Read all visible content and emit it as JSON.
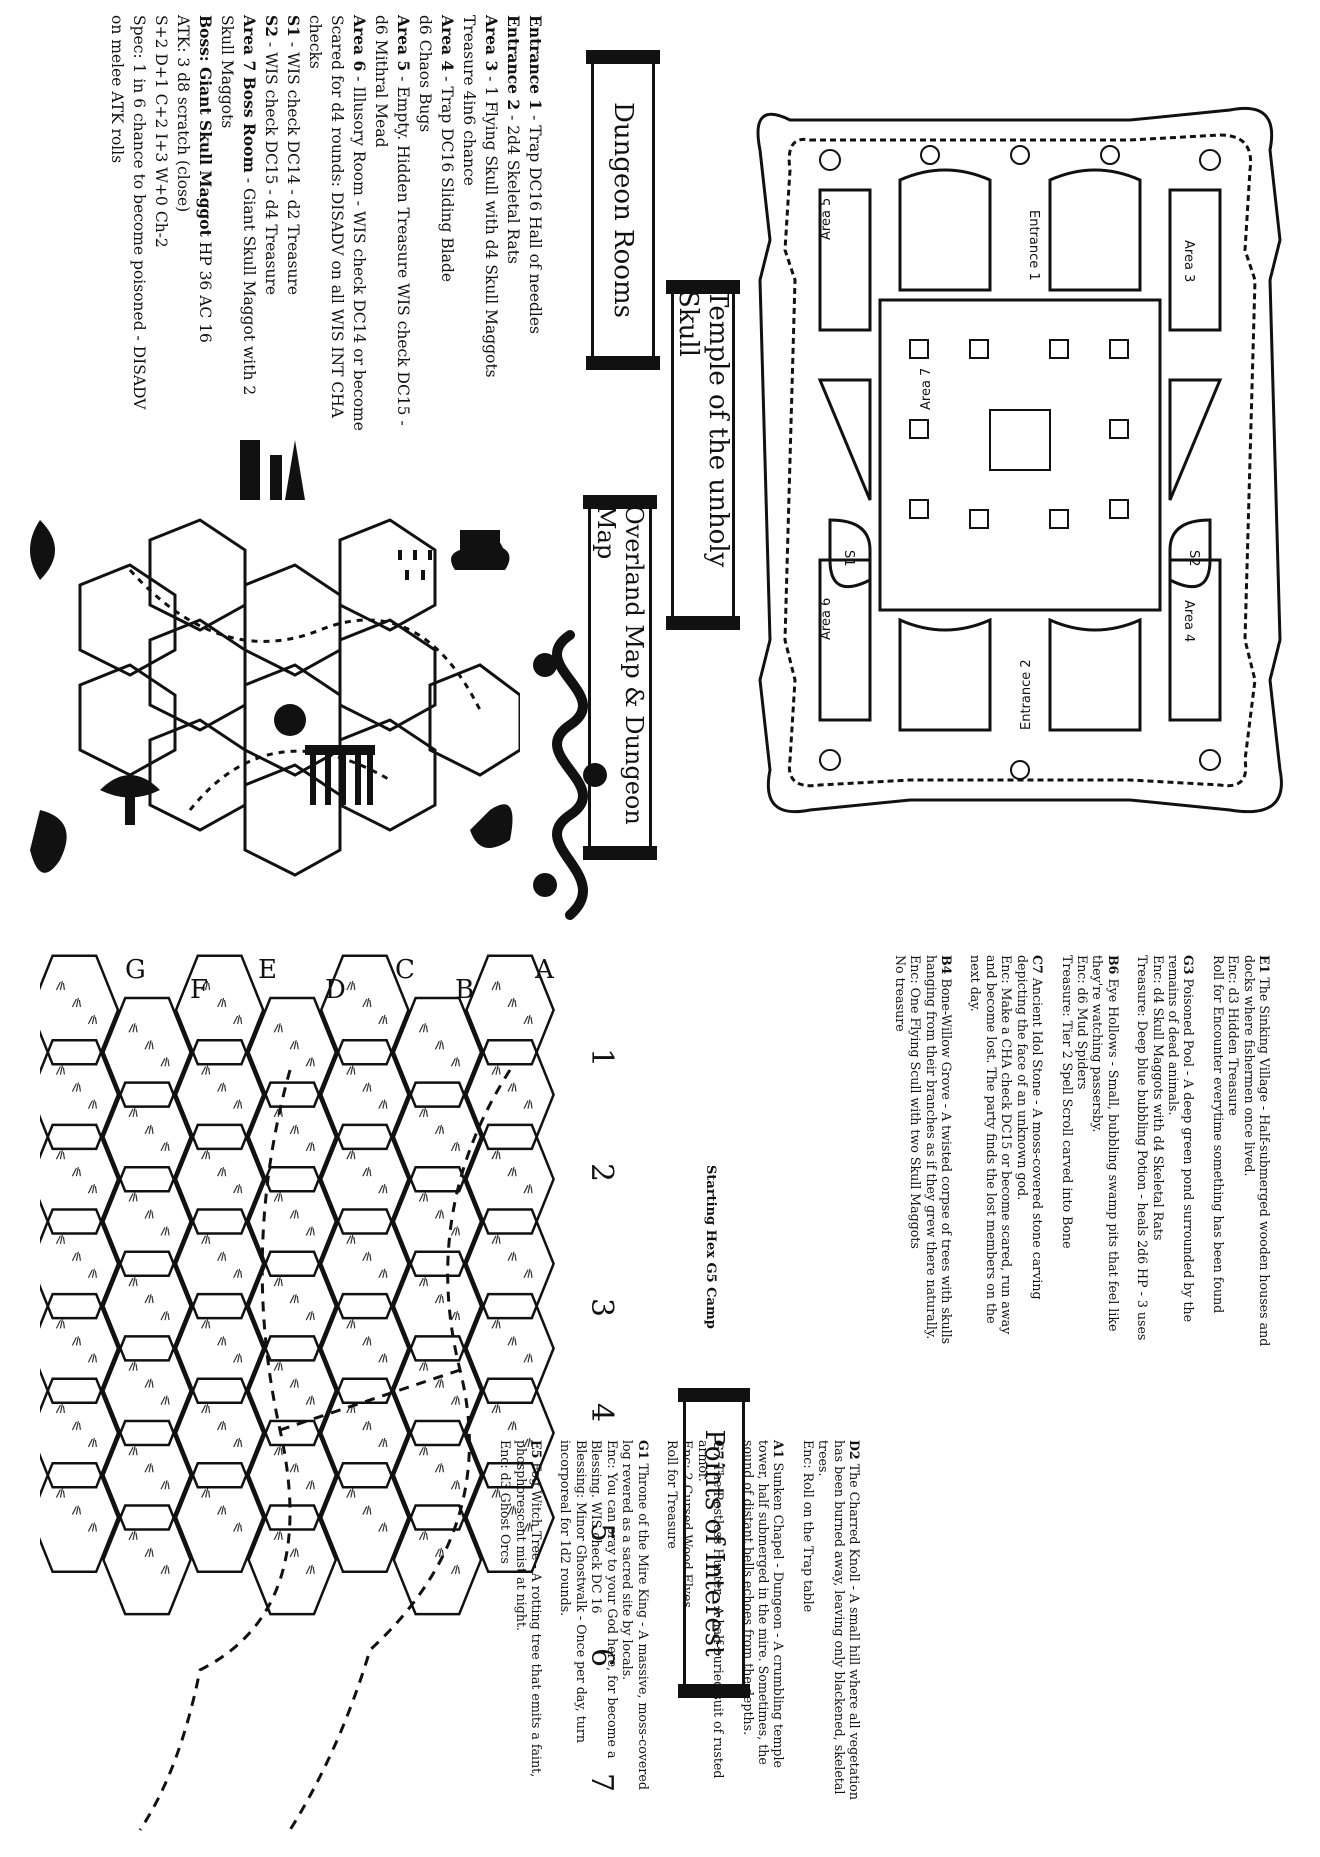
{
  "dungeon": {
    "title_banner": "Temple of the unholy Skull",
    "labels": {
      "entrance1": "Entrance 1",
      "entrance2": "Entrance 2",
      "area3": "Area 3",
      "area4": "Area 4",
      "area5": "Area 5",
      "area6": "Area 6",
      "area7": "Area 7",
      "s1": "S1",
      "s2": "S2"
    }
  },
  "rooms": {
    "banner": "Dungeon Rooms",
    "lines": [
      {
        "b": "Entrance 1",
        "t": " - Trap DC16 Hall of needles"
      },
      {
        "b": "Entrance 2",
        "t": " - 2d4 Skeletal Rats"
      },
      {
        "b": "Area 3",
        "t": " - 1 Flying Skull with d4 Skull Maggots"
      },
      {
        "b": "",
        "t": "Treasure 4in6 chance"
      },
      {
        "b": "Area 4",
        "t": " - Trap DC16 Sliding Blade"
      },
      {
        "b": "",
        "t": "d6 Chaos Bugs"
      },
      {
        "b": "Area 5",
        "t": " - Empty. Hidden Treasure WIS check DC15 -"
      },
      {
        "b": "",
        "t": "d6 Mithral Mead"
      },
      {
        "b": "Area 6",
        "t": " - Illusory Room - WIS check DC14 or become"
      },
      {
        "b": "",
        "t": "Scared for d4 rounds: DISADV on all WIS INT CHA"
      },
      {
        "b": "",
        "t": "checks"
      },
      {
        "b": "S1",
        "t": " - WIS check DC14 - d2 Treasure"
      },
      {
        "b": "S2",
        "t": " - WIS check DC15 - d4 Treasure"
      },
      {
        "b": "Area 7 Boss Room",
        "t": " - Giant Skull Maggot with 2"
      },
      {
        "b": "",
        "t": "Skull Maggots"
      },
      {
        "b": "Boss: Giant Skull Maggot",
        "t": " HP 36 AC 16"
      },
      {
        "b": "",
        "t": "ATK: 3 d8 scratch (close)"
      },
      {
        "b": "",
        "t": "S+2 D+1 C+2 I+3 W+0 Ch-2"
      },
      {
        "b": "",
        "t": "Spec: 1 in 6 chance to become poisoned - DISADV"
      },
      {
        "b": "",
        "t": "on melee ATK rolls"
      }
    ]
  },
  "overland": {
    "banner": "Overland Map & Dungeon Map"
  },
  "hexmap": {
    "columns": [
      "A",
      "B",
      "C",
      "D",
      "E",
      "F",
      "G"
    ],
    "rows": [
      "1",
      "2",
      "3",
      "4",
      "5",
      "6",
      "7"
    ]
  },
  "poi": {
    "banner": "Points of Interest",
    "starting": "Starting Hex G5 Camp",
    "col1": [
      {
        "id": "E1",
        "lines": [
          "The Sinking Village - Half-submerged wooden houses and",
          "docks where fishermen once lived.",
          "Enc: d3 Hidden Treasure",
          "Roll for Encounter everytime something has been found"
        ]
      },
      {
        "id": "G3",
        "lines": [
          "Poisoned Pool - A deep green pond surrounded by the",
          "remains of dead animals.",
          "Enc: d4 Skull Maggots with d4 Skeletal Rats",
          "Treasure: Deep blue bubbling Potion - heals 2d6 HP - 3 uses"
        ]
      },
      {
        "id": "B6",
        "lines": [
          "Eye Hollows - Small, bubbling swamp pits that feel like",
          "they're watching passersby.",
          "Enc: d6 Mud Spiders",
          "Treasure: Tier 2 Spell Scroll carved into Bone"
        ]
      },
      {
        "id": "C7",
        "lines": [
          "Ancient Idol Stone - A moss-covered stone carving",
          "depicting the face of an unknown god.",
          "Enc: Make a CHA check DC15 or become scared, run away",
          "and become lost. The party finds the lost members on the",
          "next day."
        ]
      },
      {
        "id": "B4",
        "lines": [
          "Bone-Willow Grove - A twisted corpse of trees with skulls",
          "hanging from their branches as if they grew there naturally.",
          "Enc: One Flying Scull with two Skull Maggots",
          "No treasure"
        ]
      }
    ],
    "col2": [
      {
        "id": "D2",
        "lines": [
          "The Charred Knoll - A small hill where all vegetation",
          "has been burned away, leaving only blackened, skeletal",
          "trees.",
          "Enc: Roll on the Trap table"
        ]
      },
      {
        "id": "A1",
        "lines": [
          "Sunken Chapel - Dungeon - A crumbling temple",
          "tower, half submerged in the mire. Sometimes, the",
          "sound of distant bells echoes from the depths."
        ]
      },
      {
        "id": "G7",
        "lines": [
          "The Restless Hunter - A half-buried suit of rusted",
          "armor.",
          "Enc: 2 Cursed Wood Elves",
          "Roll for Treasure"
        ]
      },
      {
        "id": "G1",
        "lines": [
          "Throne of the Mire King - A massive, moss-covered",
          "log revered as a sacred site by locals.",
          "Enc: You can pray to your God here, for become a",
          "Blessing. WIS check DC 16",
          "Blessing: Minor Ghostwalk - Once per day, turn",
          "incorporeal for 1d2 rounds."
        ]
      },
      {
        "id": "E5",
        "lines": [
          "Fog Witch Tree - A rotting tree that emits a faint,",
          "phosphorescent mist at night.",
          "Enc: d3 Ghost Orcs"
        ]
      }
    ]
  }
}
